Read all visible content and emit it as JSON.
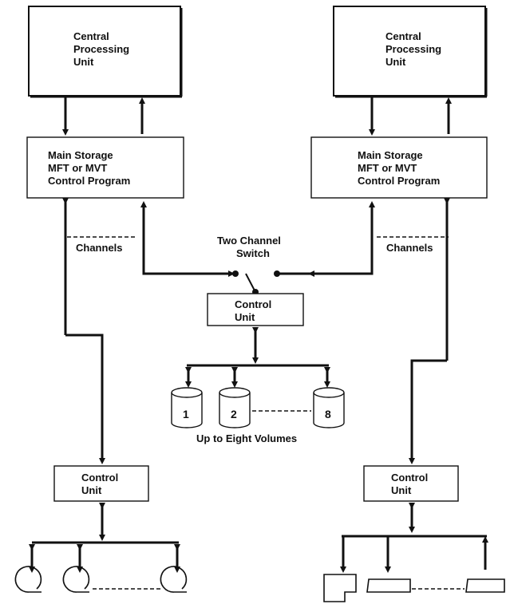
{
  "left_system": {
    "cpu_lines": [
      "Central",
      "Processing",
      "Unit"
    ],
    "storage_lines": [
      "Main Storage",
      "MFT or MVT",
      "Control Program"
    ],
    "channels_label": "Channels",
    "control_unit_lines": [
      "Control",
      "Unit"
    ]
  },
  "right_system": {
    "cpu_lines": [
      "Central",
      "Processing",
      "Unit"
    ],
    "storage_lines": [
      "Main Storage",
      "MFT or MVT",
      "Control Program"
    ],
    "channels_label": "Channels",
    "control_unit_lines": [
      "Control",
      "Unit"
    ]
  },
  "shared": {
    "switch_lines": [
      "Two Channel",
      "Switch"
    ],
    "control_unit_lines": [
      "Control",
      "Unit"
    ],
    "volumes": [
      "1",
      "2",
      "8"
    ],
    "volumes_caption": "Up to Eight Volumes"
  },
  "device_icons": {
    "left": "tape-drive-icon",
    "right": "card-device-icon",
    "shared": "disk-volume-icon"
  }
}
